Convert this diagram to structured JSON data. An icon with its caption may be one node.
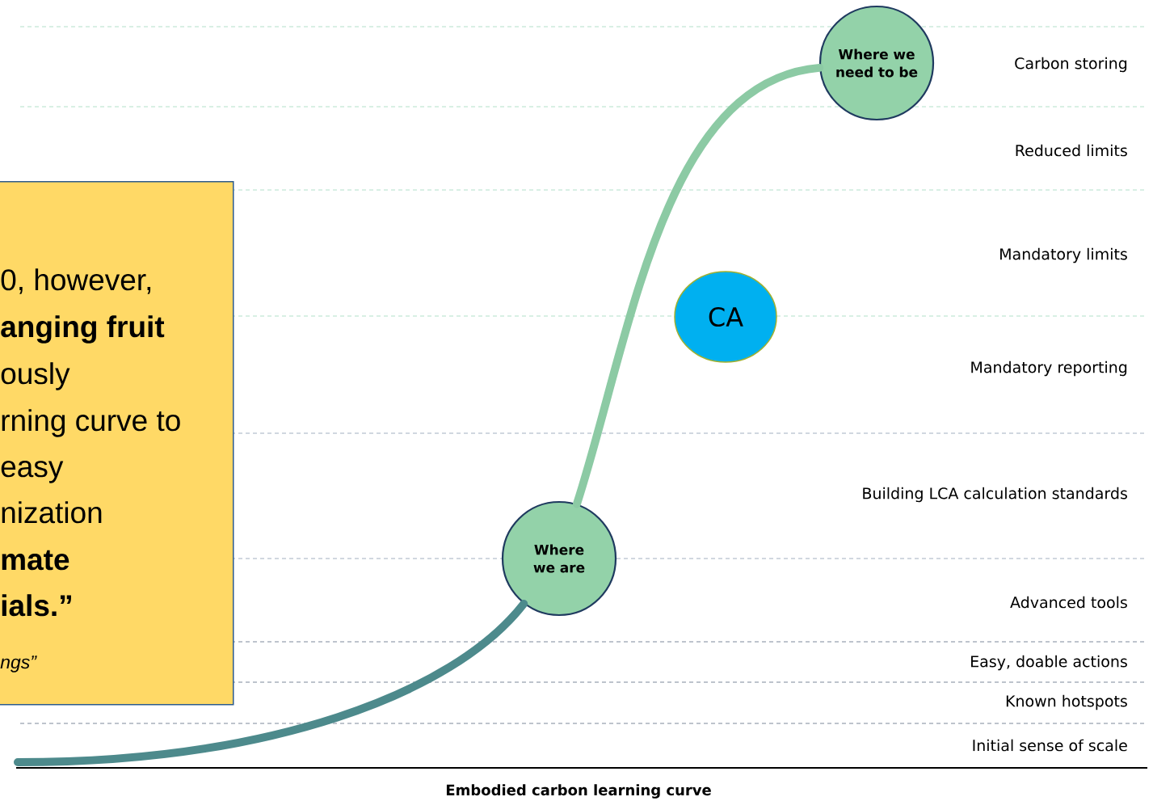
{
  "diagram": {
    "caption": "Embodied carbon learning curve",
    "nodes": [
      {
        "text": [
          "0, however,",
          "**anging fruit**",
          "ously",
          "rning curve to",
          "easy",
          "nization",
          "**mate**",
          "**ials.”**",
          "*ngs”*"
        ]
      },
      {
        "text": [
          "Where we are"
        ]
      },
      {
        "text": [
          "Where we need to be"
        ]
      },
      {
        "text": [
          "CA"
        ]
      }
    ],
    "edges": [
      {
        "from": null,
        "to": 1,
        "arrow": "none",
        "color": "#4d8a8c"
      },
      {
        "from": 1,
        "to": 2,
        "arrow": "none",
        "color": "#8ccaa4"
      }
    ],
    "labels": [
      "Carbon storing",
      "Reduced limits",
      "Mandatory limits",
      "Mandatory reporting",
      "Building LCA calculation standards",
      "Advanced tools",
      "Easy, doable actions",
      "Known hotspots",
      "Initial sense of scale"
    ]
  }
}
